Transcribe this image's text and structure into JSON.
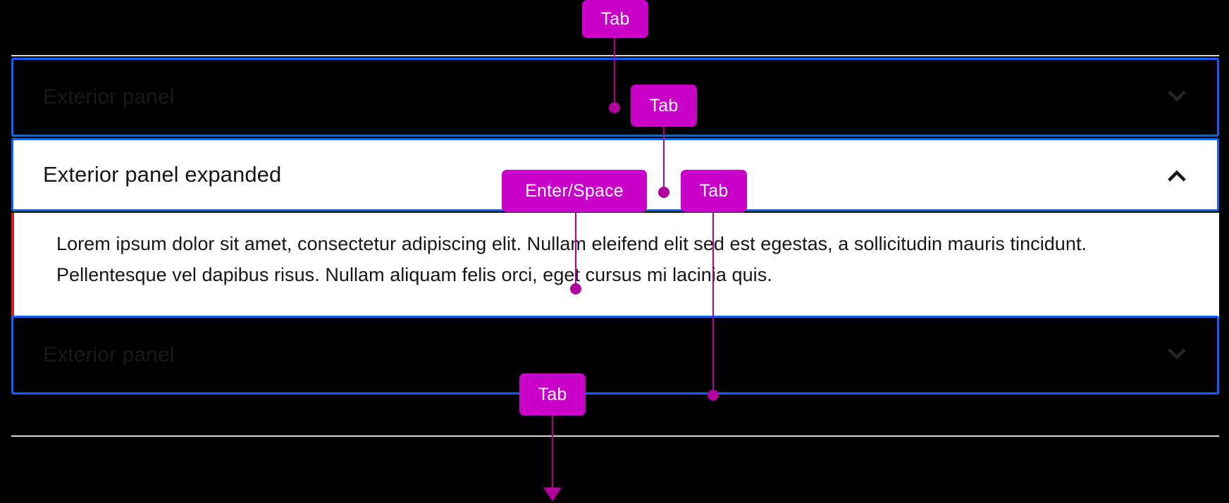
{
  "colors": {
    "background": "#000000",
    "focus_border": "#0f62fe",
    "annotation": "#c800c8",
    "connector": "#b3009b",
    "error_bar": "#da1e28",
    "panel_surface": "#ffffff",
    "dim_text": "#191919",
    "body_text": "#161616"
  },
  "panels": [
    {
      "id": "panel-top-collapsed",
      "title": "Exterior panel",
      "state": "collapsed",
      "icon": "chevron-down-icon"
    },
    {
      "id": "panel-expanded",
      "title": "Exterior panel expanded",
      "state": "expanded",
      "icon": "chevron-up-icon",
      "body": "Lorem ipsum dolor sit amet, consectetur adipiscing elit. Nullam eleifend elit sed est egestas, a sollicitudin mauris tincidunt. Pellentesque vel dapibus risus. Nullam aliquam felis orci, eget cursus mi lacinia quis."
    },
    {
      "id": "panel-bottom-collapsed",
      "title": "Exterior panel",
      "state": "collapsed",
      "icon": "chevron-down-icon"
    }
  ],
  "annotations": [
    {
      "id": "ann-tab-1",
      "label": "Tab"
    },
    {
      "id": "ann-tab-2",
      "label": "Tab"
    },
    {
      "id": "ann-enter-space",
      "label": "Enter/Space"
    },
    {
      "id": "ann-tab-3",
      "label": "Tab"
    },
    {
      "id": "ann-tab-4",
      "label": "Tab"
    }
  ]
}
